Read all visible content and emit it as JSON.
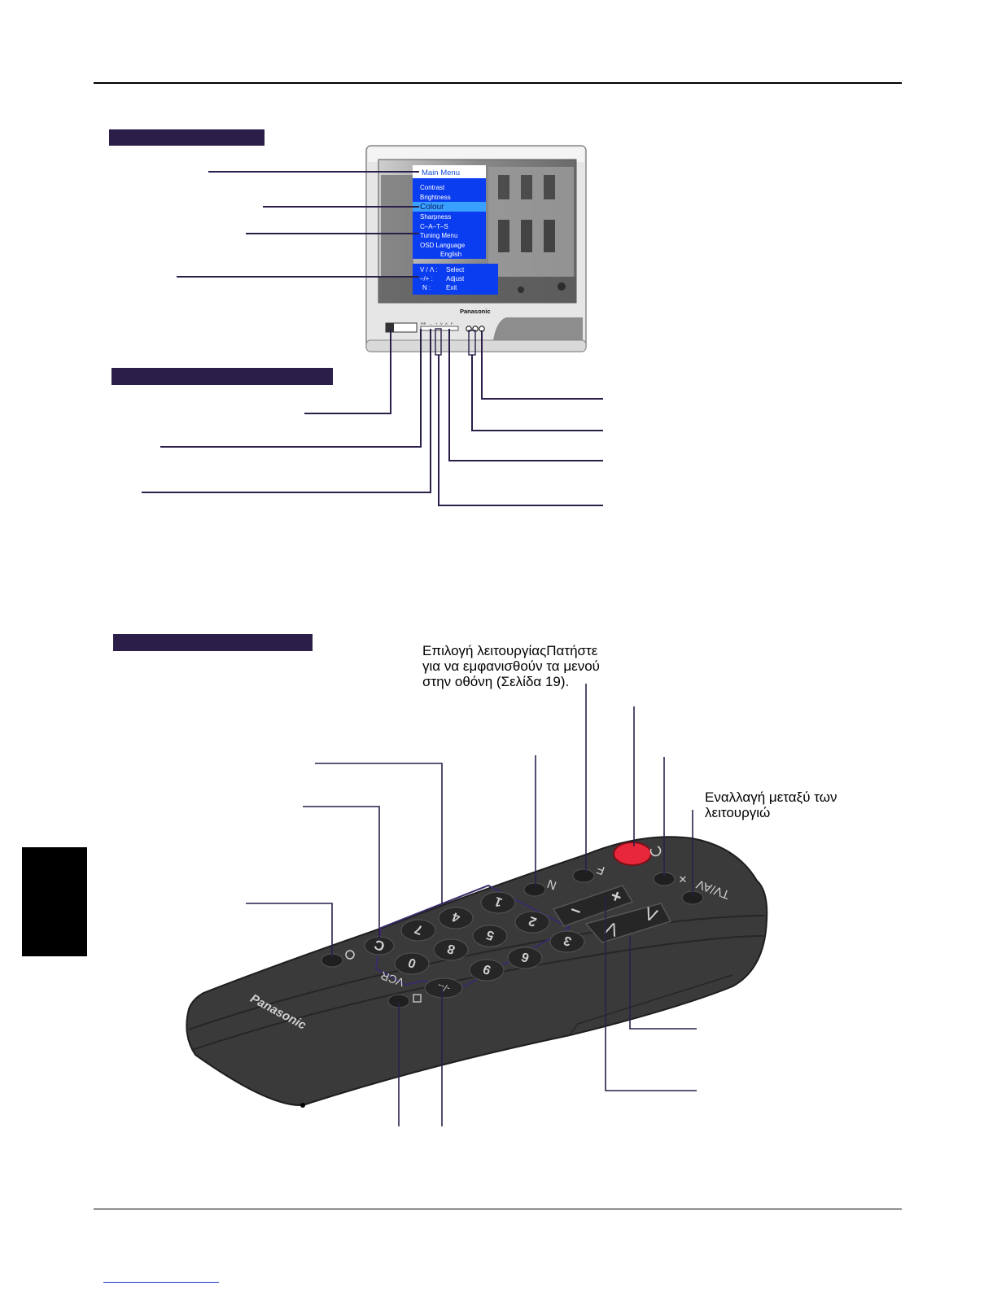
{
  "menu": {
    "title": "Main Menu",
    "items": [
      "Contrast",
      "Brightness",
      "Colour",
      "Sharpness",
      "C–A–T–S",
      "Tuning Menu",
      "OSD Language"
    ],
    "language_value": "English",
    "selected_index": 2,
    "help": [
      {
        "key": "V / Λ :",
        "action": "Select"
      },
      {
        "key": "–/+ :",
        "action": "Adjust"
      },
      {
        "key": "N :",
        "action": "Exit"
      }
    ]
  },
  "tv": {
    "brand": "Panasonic",
    "panel_labels": [
      "P/P",
      "–",
      "+",
      "V",
      "Λ",
      "F"
    ]
  },
  "remote": {
    "brand": "Panasonic",
    "digits": [
      "1",
      "2",
      "3",
      "4",
      "5",
      "6",
      "7",
      "8",
      "9",
      "0"
    ],
    "labels": {
      "f": "F",
      "n": "N",
      "tvav": "TV/AV",
      "vcr": "VCR",
      "c": "C",
      "dash": "-/--",
      "plus": "+",
      "minus": "–",
      "up": "Λ",
      "down": "V"
    }
  },
  "annotations": {
    "f_button": [
      "Επιλογή λειτουργίαςΠατήστε",
      "για να εμφανισθούν τα μενού",
      "στην οθόνη  (Σελίδα 19)."
    ],
    "tvav_button": [
      "Εναλλαγή μεταξύ των",
      "λειτουργιώ"
    ]
  },
  "colors": {
    "section_bar": "#2b1f4a",
    "leader": "#2b1f4a",
    "osd_blue": "#0a3cf0",
    "osd_highlight": "#3aa0ff",
    "power_red": "#e8283a",
    "remote_body": "#3a3a3a"
  }
}
